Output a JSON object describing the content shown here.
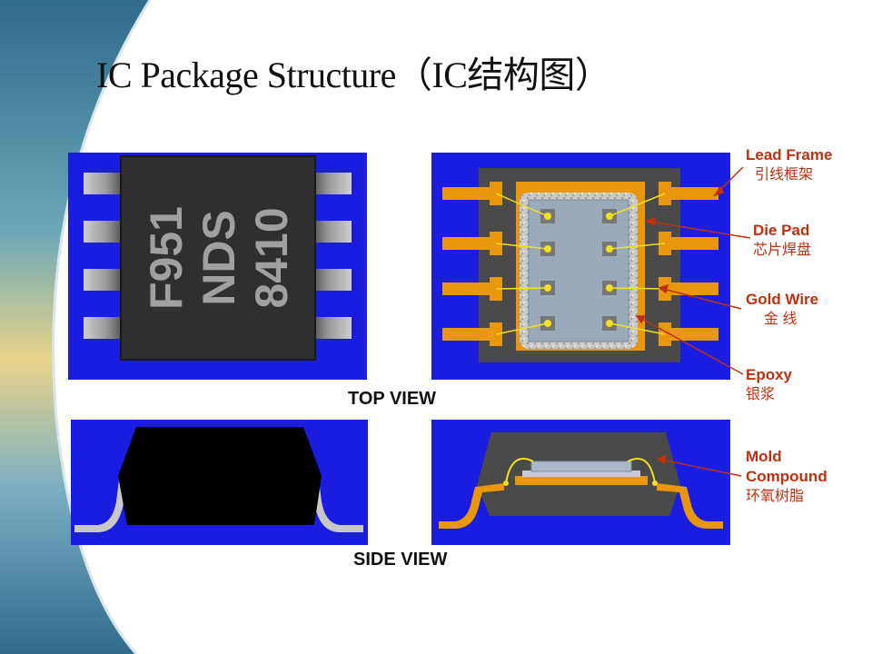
{
  "title": "IC Package Structure（IC结构图）",
  "chip_marking": {
    "line1": "F951",
    "line2": "NDS",
    "line3": "8410"
  },
  "labels": {
    "top_view": "TOP VIEW",
    "side_view": "SIDE VIEW"
  },
  "callouts": [
    {
      "en": "Lead Frame",
      "zh": "引线框架"
    },
    {
      "en": "Die Pad",
      "zh": "芯片焊盘"
    },
    {
      "en": "Gold Wire",
      "zh": "金 线"
    },
    {
      "en": "Epoxy",
      "zh": "银浆"
    },
    {
      "en": "Mold",
      "en2": "Compound",
      "zh": "环氧树脂"
    }
  ],
  "colors": {
    "panel_blue": "#1a1ce0",
    "lead_orange": "#e8960a",
    "wire_yellow": "#f0e020",
    "callout_red": "#c03010"
  }
}
